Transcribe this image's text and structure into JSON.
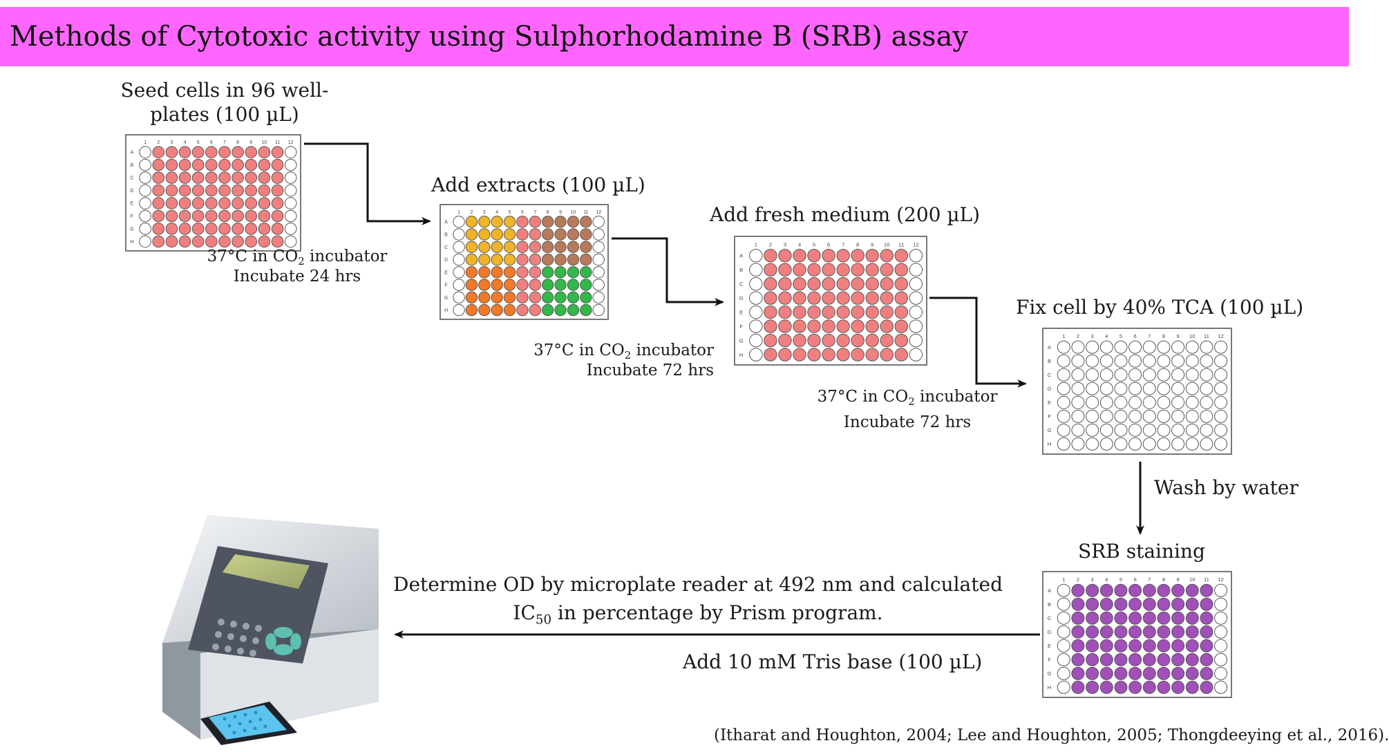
{
  "title": "Methods of Cytotoxic activity using Sulphorhodamine B (SRB) assay",
  "steps": {
    "seed": {
      "line1": "Seed cells in 96 well-",
      "line2": "plates (100 µL)"
    },
    "incubate1": {
      "temp_pre": "37°C in CO",
      "temp_sub": "2",
      "temp_post": " incubator",
      "time": "Incubate 24 hrs"
    },
    "extracts": {
      "label": "Add extracts (100 µL)"
    },
    "incubate2": {
      "temp_pre": "37°C in CO",
      "temp_sub": "2",
      "temp_post": " incubator",
      "time": "Incubate 72 hrs"
    },
    "medium": {
      "label": "Add fresh medium (200 µL)"
    },
    "incubate3": {
      "temp_pre": "37°C in CO",
      "temp_sub": "2",
      "temp_post": " incubator",
      "time": "Incubate 72 hrs"
    },
    "fix": {
      "label": "Fix cell by 40% TCA (100 µL)"
    },
    "wash": {
      "label": "Wash by water"
    },
    "stain": {
      "label": "SRB staining"
    },
    "determine": {
      "line1": "Determine  OD by microplate reader at 492 nm and calculated",
      "line2_pre": "IC",
      "line2_sub": "50",
      "line2_post": " in percentage by Prism program."
    },
    "tris": {
      "label": "Add  10 mM Tris base  (100 µL)"
    }
  },
  "plate_labels": {
    "columns": [
      "1",
      "2",
      "3",
      "4",
      "5",
      "6",
      "7",
      "8",
      "9",
      "10",
      "11",
      "12"
    ],
    "rows": [
      "A",
      "B",
      "C",
      "D",
      "E",
      "F",
      "G",
      "H"
    ]
  },
  "citation": "(Itharat and Houghton, 2004; Lee and Houghton, 2005; Thongdeeying et al., 2016).",
  "colors": {
    "title_bg": "#ff66ff",
    "cells": "#f08080",
    "extract_yellow": "#f0b428",
    "extract_orange": "#f07a28",
    "extract_brown": "#b87a5a",
    "extract_green": "#33b84a",
    "srb_purple": "#a050b8",
    "empty": "#ffffff"
  }
}
